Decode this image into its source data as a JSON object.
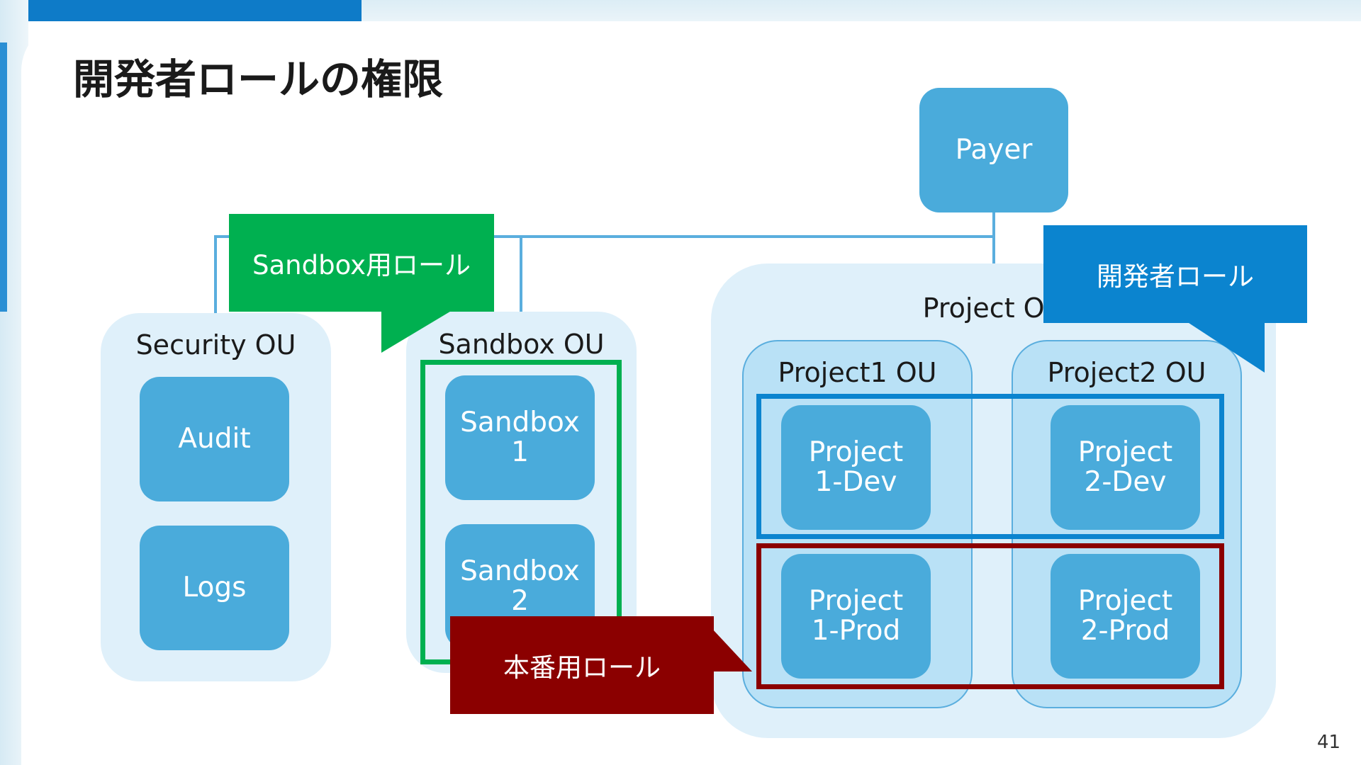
{
  "slide": {
    "title": "開発者ロールの権限",
    "page_number": "41"
  },
  "diagram": {
    "root": "Payer",
    "security_ou": {
      "label": "Security OU",
      "accounts": [
        "Audit",
        "Logs"
      ]
    },
    "sandbox_ou": {
      "label": "Sandbox OU",
      "accounts": [
        "Sandbox\n1",
        "Sandbox\n2"
      ]
    },
    "project_ou": {
      "label": "Project OU",
      "project1_ou": {
        "label": "Project1 OU",
        "accounts": [
          "Project\n1-Dev",
          "Project\n1-Prod"
        ]
      },
      "project2_ou": {
        "label": "Project2 OU",
        "accounts": [
          "Project\n2-Dev",
          "Project\n2-Prod"
        ]
      }
    },
    "roles": {
      "sandbox": {
        "label": "Sandbox用ロール",
        "color": "#00b050"
      },
      "developer": {
        "label": "開発者ロール",
        "color": "#0b84cf"
      },
      "production": {
        "label": "本番用ロール",
        "color": "#8b0000"
      }
    }
  }
}
